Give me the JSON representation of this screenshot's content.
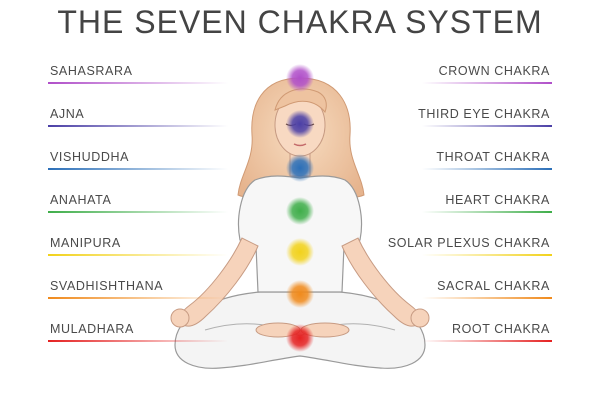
{
  "title": "THE SEVEN CHAKRA SYSTEM",
  "chakras": [
    {
      "sanskrit": "SAHASRARA",
      "english": "CROWN CHAKRA",
      "color": "#b04fc9"
    },
    {
      "sanskrit": "AJNA",
      "english": "THIRD EYE CHAKRA",
      "color": "#4b3fa6"
    },
    {
      "sanskrit": "VISHUDDHA",
      "english": "THROAT CHAKRA",
      "color": "#2b6fb8"
    },
    {
      "sanskrit": "ANAHATA",
      "english": "HEART CHAKRA",
      "color": "#3fae4a"
    },
    {
      "sanskrit": "MANIPURA",
      "english": "SOLAR PLEXUS CHAKRA",
      "color": "#f2d21b"
    },
    {
      "sanskrit": "SVADHISHTHANA",
      "english": "SACRAL CHAKRA",
      "color": "#f08a1c"
    },
    {
      "sanskrit": "MULADHARA",
      "english": "ROOT CHAKRA",
      "color": "#e52222"
    }
  ]
}
